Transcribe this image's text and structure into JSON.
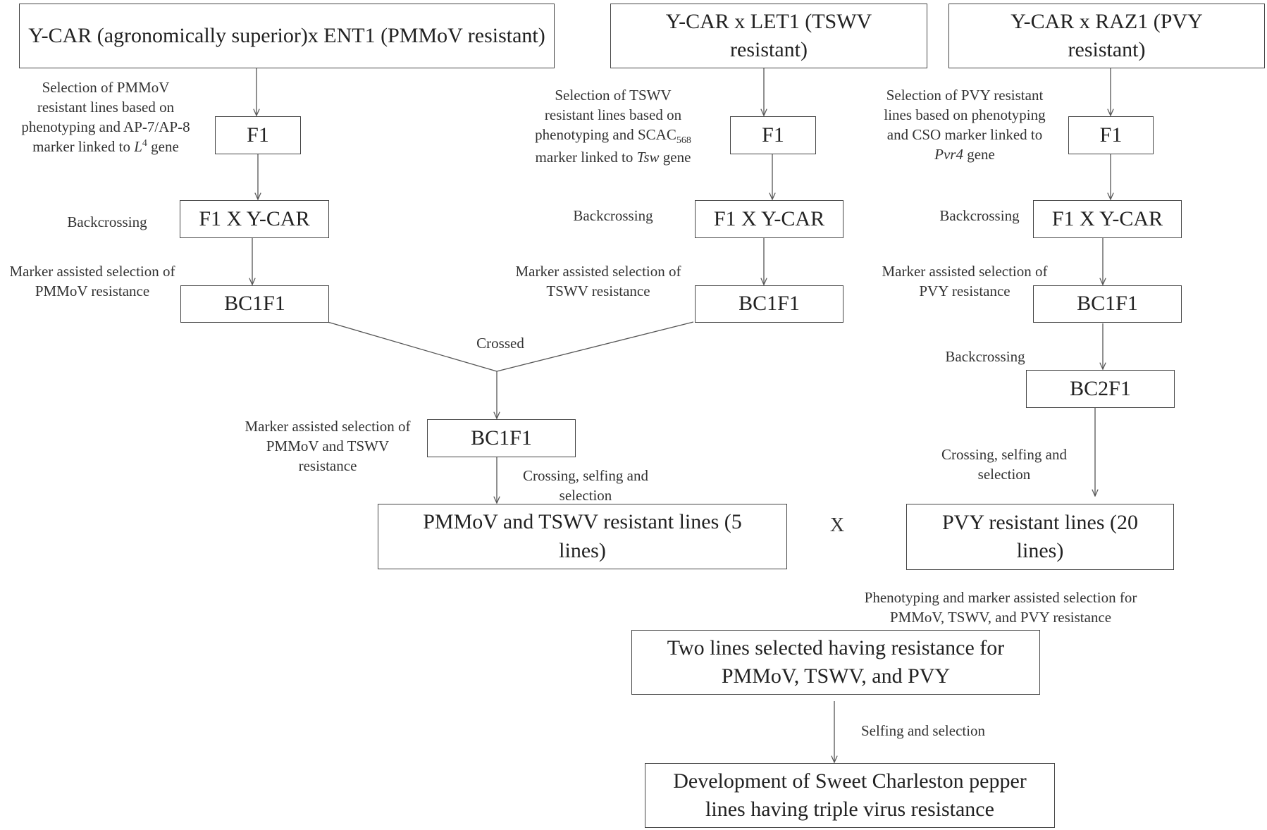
{
  "boxes": {
    "parent_a": "Y-CAR (agronomically superior)x ENT1 (PMMoV resistant)",
    "parent_b": "Y-CAR x LET1 (TSWV resistant)",
    "parent_c": "Y-CAR x RAZ1 (PVY resistant)",
    "f1": "F1",
    "f1_backcross": "F1 X Y-CAR",
    "bc1f1": "BC1F1",
    "bc2f1": "BC2F1",
    "pmmov_tswv_lines": "PMMoV and TSWV resistant lines (5 lines)",
    "pvy_lines": "PVY resistant lines (20 lines)",
    "two_lines": "Two lines selected having resistance for PMMoV, TSWV, and PVY",
    "final": "Development of Sweet Charleston pepper lines having triple virus resistance"
  },
  "labels": {
    "sel_pmmov": {
      "line1": "Selection of PMMoV",
      "line2": "resistant lines based on",
      "line3": "phenotyping and AP-7/AP-8",
      "line4_pre": "marker linked to ",
      "gene": "L",
      "gene_sup": "4",
      "line4_post": " gene"
    },
    "sel_tswv": {
      "line1": "Selection of TSWV",
      "line2": "resistant lines based on",
      "line3_pre": "phenotyping and SCAC",
      "line3_sub": "568",
      "line4_pre": "marker linked to ",
      "gene": "Tsw",
      "line4_post": " gene"
    },
    "sel_pvy": {
      "line1": "Selection of PVY resistant",
      "line2": "lines based on phenotyping",
      "line3": "and CSO  marker linked to",
      "gene": "Pvr4",
      "line4_post": " gene"
    },
    "backcrossing": "Backcrossing",
    "mas_pmmov": {
      "line1": "Marker assisted selection of",
      "line2": "PMMoV resistance"
    },
    "mas_tswv": {
      "line1": "Marker assisted selection of",
      "line2": "TSWV resistance"
    },
    "mas_pvy": {
      "line1": "Marker assisted selection of",
      "line2": "PVY resistance"
    },
    "crossed": "Crossed",
    "mas_pmmov_tswv": {
      "line1": "Marker assisted selection of",
      "line2": "PMMoV and TSWV",
      "line3": "resistance"
    },
    "crossing_selfing": {
      "line1": "Crossing, selfing and",
      "line2": "selection"
    },
    "cross_x": "X",
    "pheno_mas_all": {
      "line1": "Phenotyping and marker assisted selection for",
      "line2": "PMMoV, TSWV, and PVY resistance"
    },
    "selfing_selection": "Selfing and selection"
  }
}
